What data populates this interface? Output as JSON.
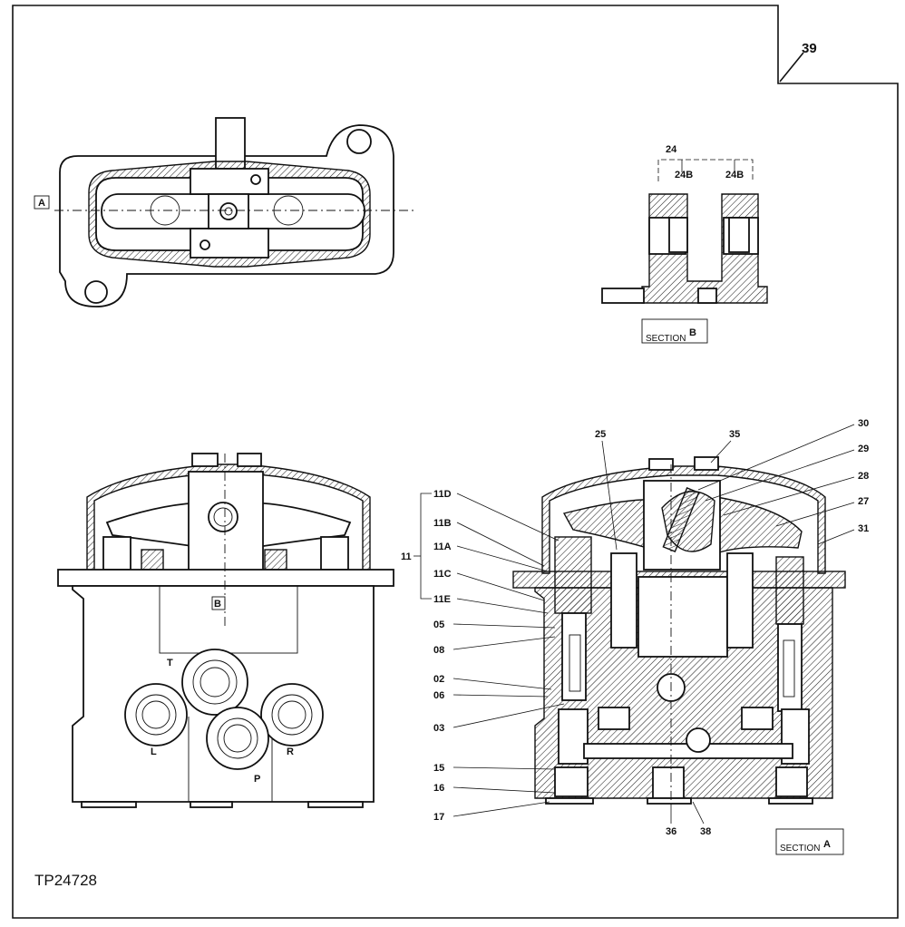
{
  "page_number": "39",
  "figure_id": "TP24728",
  "top_view": {
    "section_marker": "A"
  },
  "section_b": {
    "caption_word": "SECTION",
    "caption_letter": "B",
    "labels": [
      "24",
      "24B",
      "24B"
    ]
  },
  "section_a": {
    "caption_word": "SECTION",
    "caption_letter": "A",
    "group_label": "11",
    "left_labels": [
      "11D",
      "11B",
      "11A",
      "11C",
      "11E",
      "05",
      "08",
      "02",
      "06",
      "03",
      "15",
      "16",
      "17"
    ],
    "top_labels": [
      "25",
      "35"
    ],
    "right_labels": [
      "30",
      "29",
      "28",
      "27",
      "31"
    ],
    "bottom_labels": [
      "36",
      "38"
    ]
  },
  "front_view": {
    "section_marker": "B",
    "port_labels": [
      "T",
      "P",
      "L",
      "R"
    ]
  }
}
